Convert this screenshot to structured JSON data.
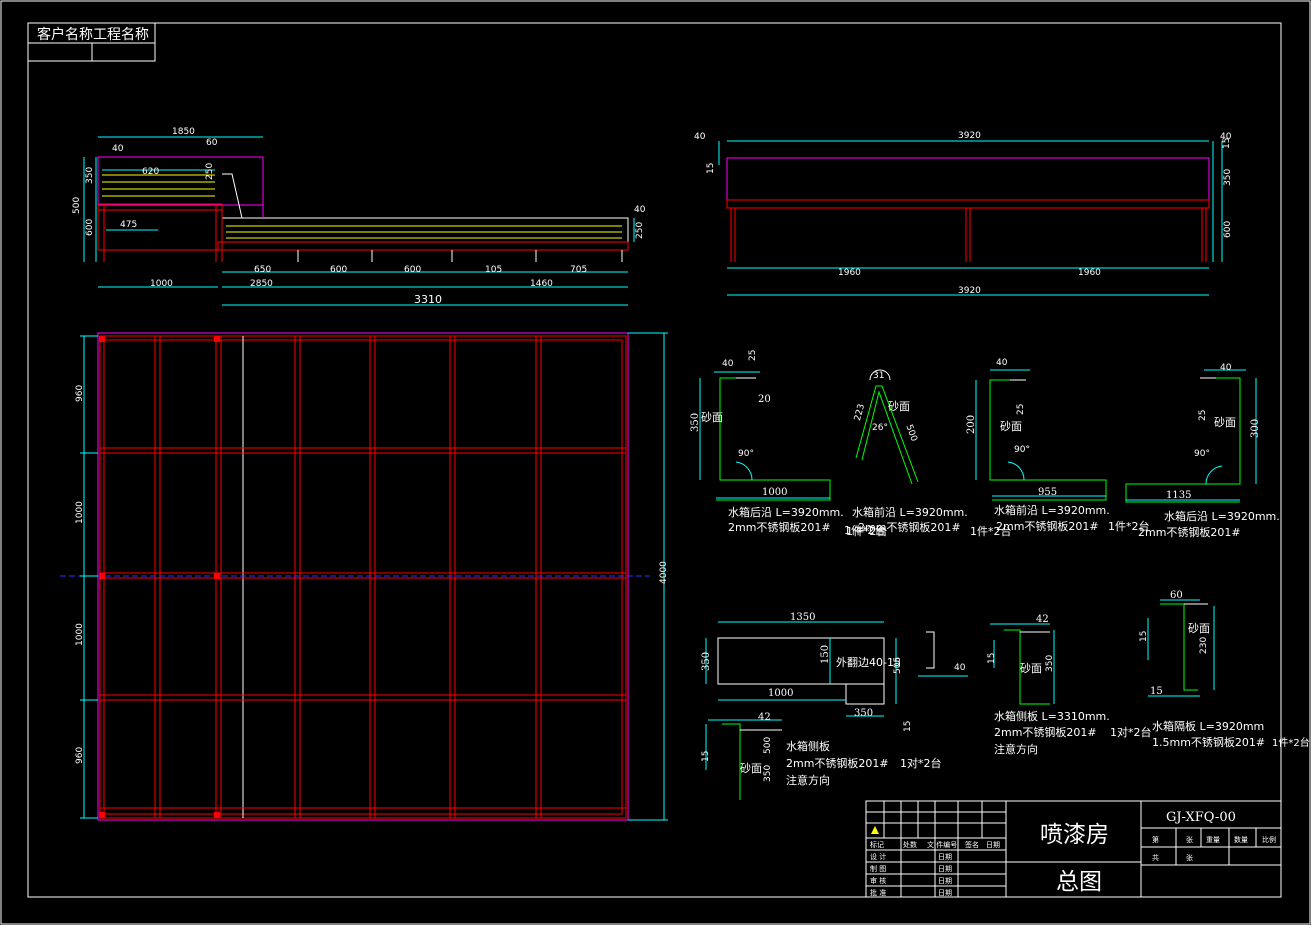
{
  "header": {
    "customer_project": "客户名称工程名称"
  },
  "side_view": {
    "dims_top": [
      "1850",
      "60",
      "40",
      "620",
      "250",
      "40",
      "250"
    ],
    "dims_left": [
      "350",
      "500",
      "600"
    ],
    "dims_bottom": [
      "475",
      "650",
      "600",
      "600",
      "105",
      "705",
      "1000",
      "2850",
      "1460",
      "3310"
    ]
  },
  "front_view": {
    "dims": [
      "40",
      "3920",
      "40",
      "15",
      "15",
      "350",
      "600",
      "1960",
      "1960",
      "3920"
    ]
  },
  "plan_view": {
    "dims_left": [
      "960",
      "1000",
      "1000",
      "960"
    ],
    "dims_right": [
      "4000"
    ]
  },
  "profiles": [
    {
      "dims": [
        "40",
        "25",
        "20",
        "350",
        "90°",
        "1000"
      ],
      "face": "砂面",
      "caption1": "水箱后沿  L=3920mm.",
      "caption2": "2mm不锈钢板201#",
      "qty": "1件*2台"
    },
    {
      "dims": [
        "31",
        "223",
        "26°",
        "500"
      ],
      "face": "砂面",
      "caption1": "水箱前沿  L=3920mm.",
      "caption2": "2mm不锈钢板201#",
      "qty": "1件*2台"
    },
    {
      "dims": [
        "40",
        "25",
        "200",
        "90°",
        "955"
      ],
      "face": "砂面",
      "caption1": "水箱前沿  L=3920mm.",
      "caption2": "2mm不锈钢板201#",
      "qty": "1件*2台"
    },
    {
      "dims": [
        "40",
        "25",
        "300",
        "90°",
        "1135"
      ],
      "face": "砂面",
      "caption1": "水箱后沿  L=3920mm.",
      "caption2": "2mm不锈钢板201#",
      "qty": "1件*2台"
    }
  ],
  "side_panel": {
    "dims": [
      "1350",
      "350",
      "150",
      "505",
      "1000",
      "350",
      "15",
      "40"
    ],
    "flange": "外翻边40-15"
  },
  "profile_small_a": {
    "dims": [
      "42",
      "15",
      "500",
      "350"
    ],
    "face": "砂面",
    "caption1": "水箱侧板",
    "caption2": "2mm不锈钢板201#",
    "qty": "1对*2台",
    "note": "注意方向"
  },
  "profile_small_b": {
    "dims": [
      "42",
      "15",
      "350"
    ],
    "face": "砂面",
    "caption1": "水箱侧板  L=3310mm.",
    "caption2": "2mm不锈钢板201#",
    "qty": "1对*2台",
    "note": "注意方向"
  },
  "profile_small_c": {
    "dims": [
      "60",
      "15",
      "230",
      "15"
    ],
    "face": "砂面",
    "caption1": "水箱隔板  L=3920mm",
    "caption2": "1.5mm不锈钢板201#",
    "qty": "1件*2台"
  },
  "title_block": {
    "drawing_no": "GJ-XFQ-00",
    "name_line1": "喷漆房",
    "name_line2": "总图",
    "rev_headers": [
      "标记",
      "处数",
      "文  件编号",
      "签名",
      "日期"
    ],
    "roles": [
      "设  计",
      "制  图",
      "审  核",
      "批  准"
    ],
    "date_label": "日期",
    "info_labels": [
      "第",
      "张",
      "重量",
      "数量",
      "比例"
    ],
    "info_labels2": [
      "共",
      "张"
    ]
  },
  "colors": {
    "background": "#000000",
    "dimension": "#00ffff",
    "frame": "#ff0000",
    "outline": "#ffffff",
    "sheet": "#00ff00",
    "border": "#ff00ff",
    "grate": "#ffff00"
  }
}
